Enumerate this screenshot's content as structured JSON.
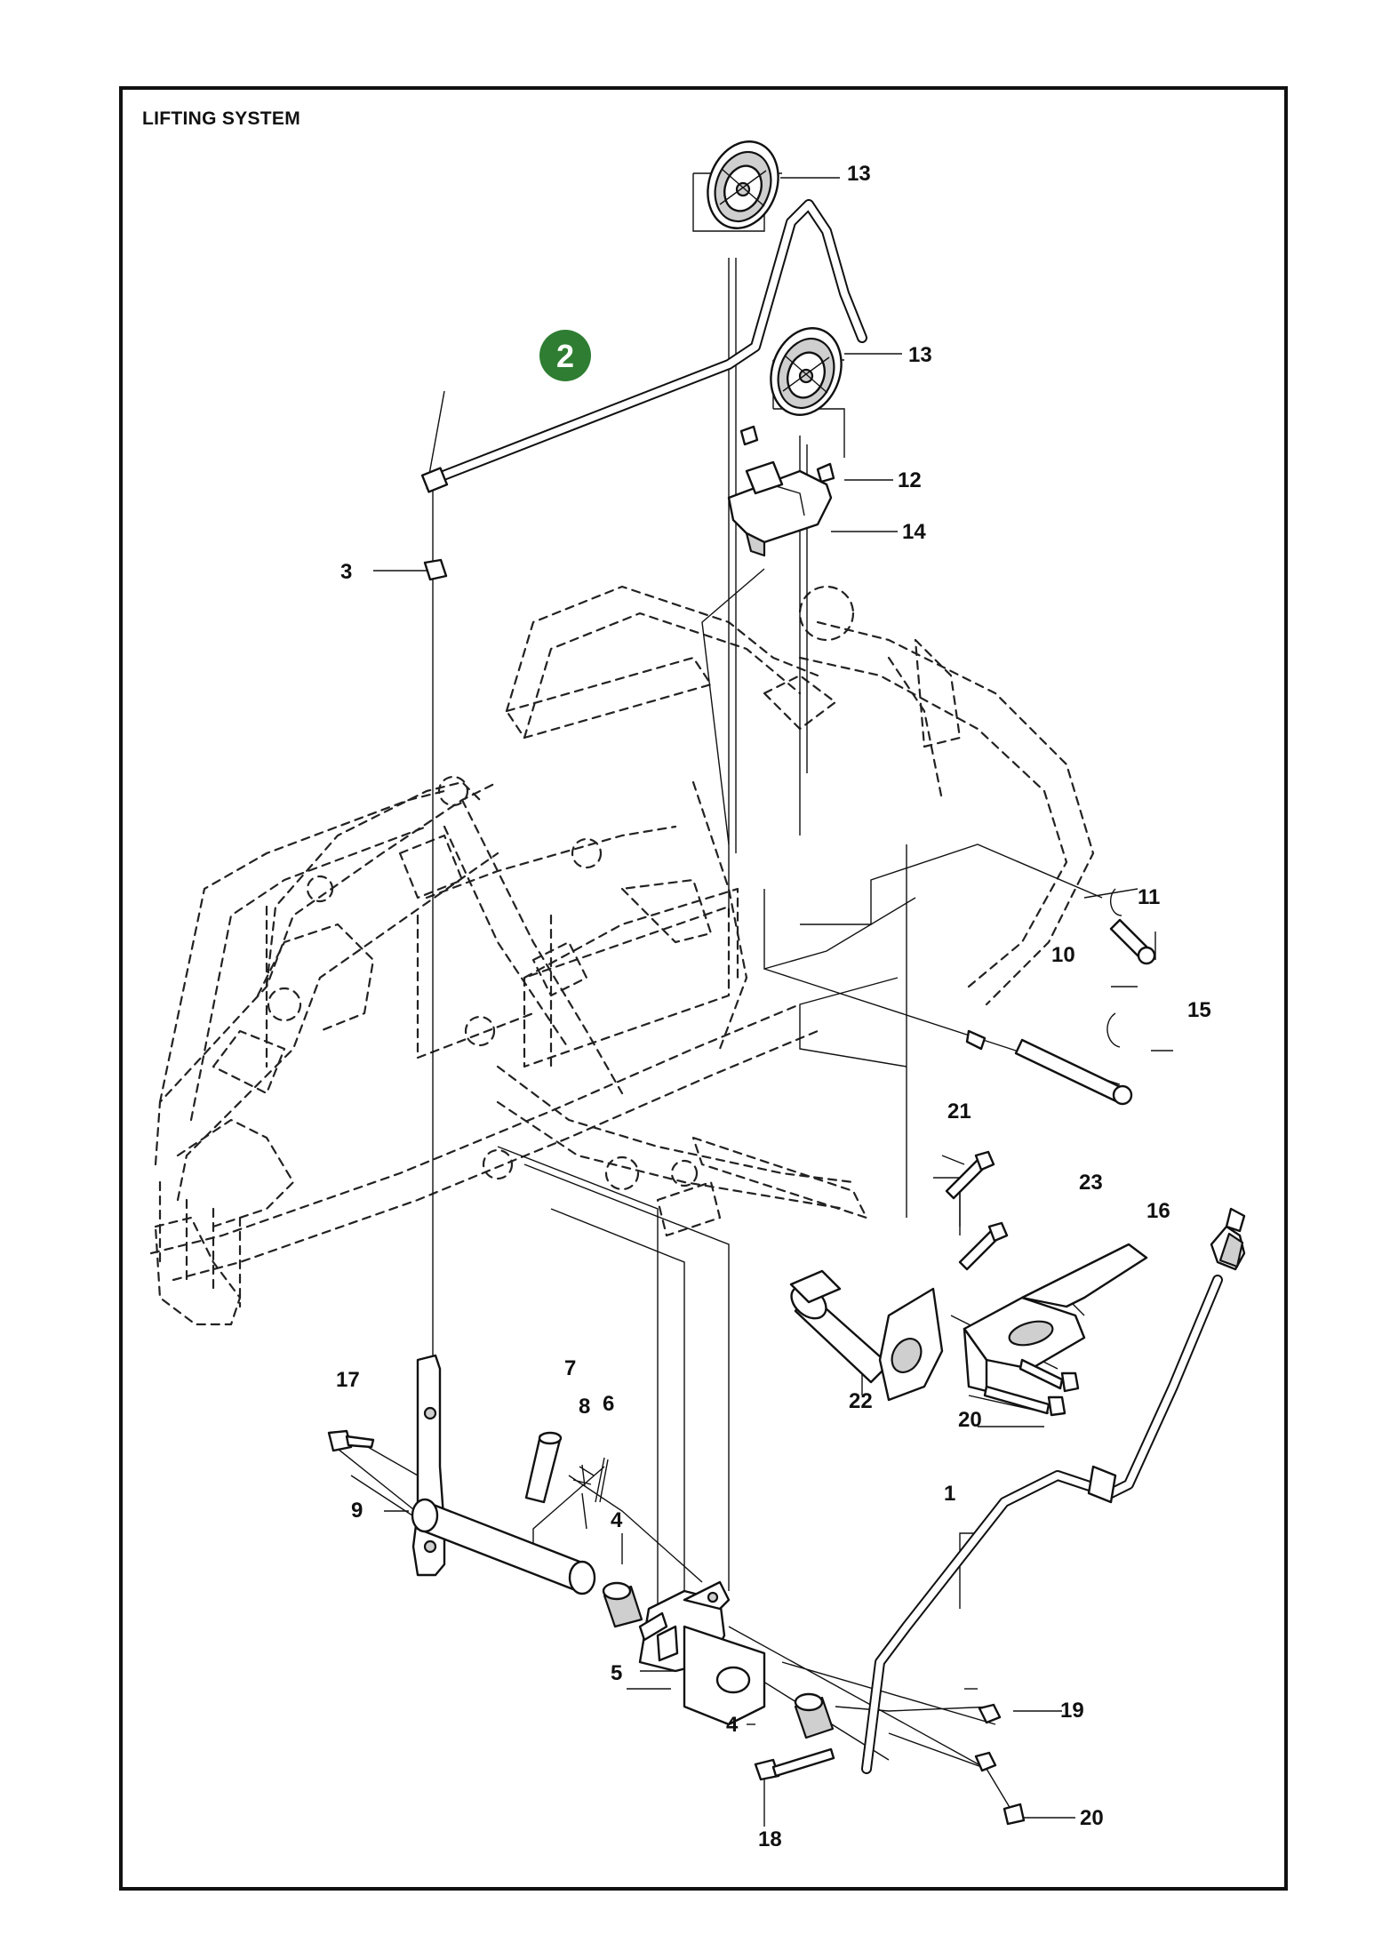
{
  "title": "LIFTING SYSTEM",
  "highlight": {
    "number": "2",
    "color": "#2e7d32"
  },
  "callouts": [
    {
      "id": "c13a",
      "text": "13"
    },
    {
      "id": "c13b",
      "text": "13"
    },
    {
      "id": "c12",
      "text": "12"
    },
    {
      "id": "c14",
      "text": "14"
    },
    {
      "id": "c3",
      "text": "3"
    },
    {
      "id": "c11",
      "text": "11"
    },
    {
      "id": "c10",
      "text": "10"
    },
    {
      "id": "c15",
      "text": "15"
    },
    {
      "id": "c21",
      "text": "21"
    },
    {
      "id": "c23",
      "text": "23"
    },
    {
      "id": "c16",
      "text": "16"
    },
    {
      "id": "c22",
      "text": "22"
    },
    {
      "id": "c20a",
      "text": "20"
    },
    {
      "id": "c17",
      "text": "17"
    },
    {
      "id": "c7",
      "text": "7"
    },
    {
      "id": "c8",
      "text": "8"
    },
    {
      "id": "c6",
      "text": "6"
    },
    {
      "id": "c9",
      "text": "9"
    },
    {
      "id": "c4a",
      "text": "4"
    },
    {
      "id": "c1",
      "text": "1"
    },
    {
      "id": "c5",
      "text": "5"
    },
    {
      "id": "c19",
      "text": "19"
    },
    {
      "id": "c4b",
      "text": "4"
    },
    {
      "id": "c18",
      "text": "18"
    },
    {
      "id": "c20b",
      "text": "20"
    }
  ]
}
